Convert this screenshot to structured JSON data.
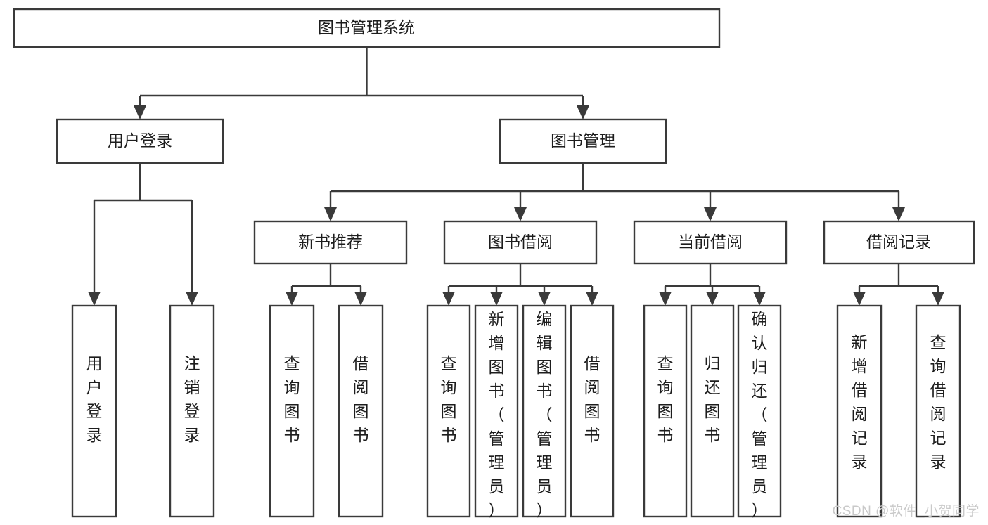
{
  "diagram": {
    "type": "tree-hierarchy",
    "title": "图书管理系统",
    "watermark": "CSDN @软件_小贺同学",
    "colors": {
      "stroke": "#3a3a3a",
      "fill": "#ffffff",
      "text": "#1d1d1d",
      "watermark": "#c9c9c9",
      "background": "#ffffff"
    },
    "levels": {
      "root": {
        "label": "图书管理系统",
        "orientation": "horizontal"
      },
      "level2": [
        {
          "label": "用户登录",
          "orientation": "horizontal"
        },
        {
          "label": "图书管理",
          "orientation": "horizontal"
        }
      ],
      "level3": [
        {
          "label": "新书推荐",
          "orientation": "horizontal",
          "parent": "图书管理"
        },
        {
          "label": "图书借阅",
          "orientation": "horizontal",
          "parent": "图书管理"
        },
        {
          "label": "当前借阅",
          "orientation": "horizontal",
          "parent": "图书管理"
        },
        {
          "label": "借阅记录",
          "orientation": "horizontal",
          "parent": "图书管理"
        }
      ],
      "leaves": [
        {
          "label": "用户登录",
          "orientation": "vertical",
          "parent": "用户登录"
        },
        {
          "label": "注销登录",
          "orientation": "vertical",
          "parent": "用户登录"
        },
        {
          "label": "查询图书",
          "orientation": "vertical",
          "parent": "新书推荐"
        },
        {
          "label": "借阅图书",
          "orientation": "vertical",
          "parent": "新书推荐"
        },
        {
          "label": "查询图书",
          "orientation": "vertical",
          "parent": "图书借阅"
        },
        {
          "label": "新增图书（管理员）",
          "orientation": "vertical",
          "parent": "图书借阅"
        },
        {
          "label": "编辑图书（管理员）",
          "orientation": "vertical",
          "parent": "图书借阅"
        },
        {
          "label": "借阅图书",
          "orientation": "vertical",
          "parent": "图书借阅"
        },
        {
          "label": "查询图书",
          "orientation": "vertical",
          "parent": "当前借阅"
        },
        {
          "label": "归还图书",
          "orientation": "vertical",
          "parent": "当前借阅"
        },
        {
          "label": "确认归还（管理员）",
          "orientation": "vertical",
          "parent": "当前借阅"
        },
        {
          "label": "新增借阅记录",
          "orientation": "vertical",
          "parent": "借阅记录"
        },
        {
          "label": "查询借阅记录",
          "orientation": "vertical",
          "parent": "借阅记录"
        }
      ]
    }
  }
}
